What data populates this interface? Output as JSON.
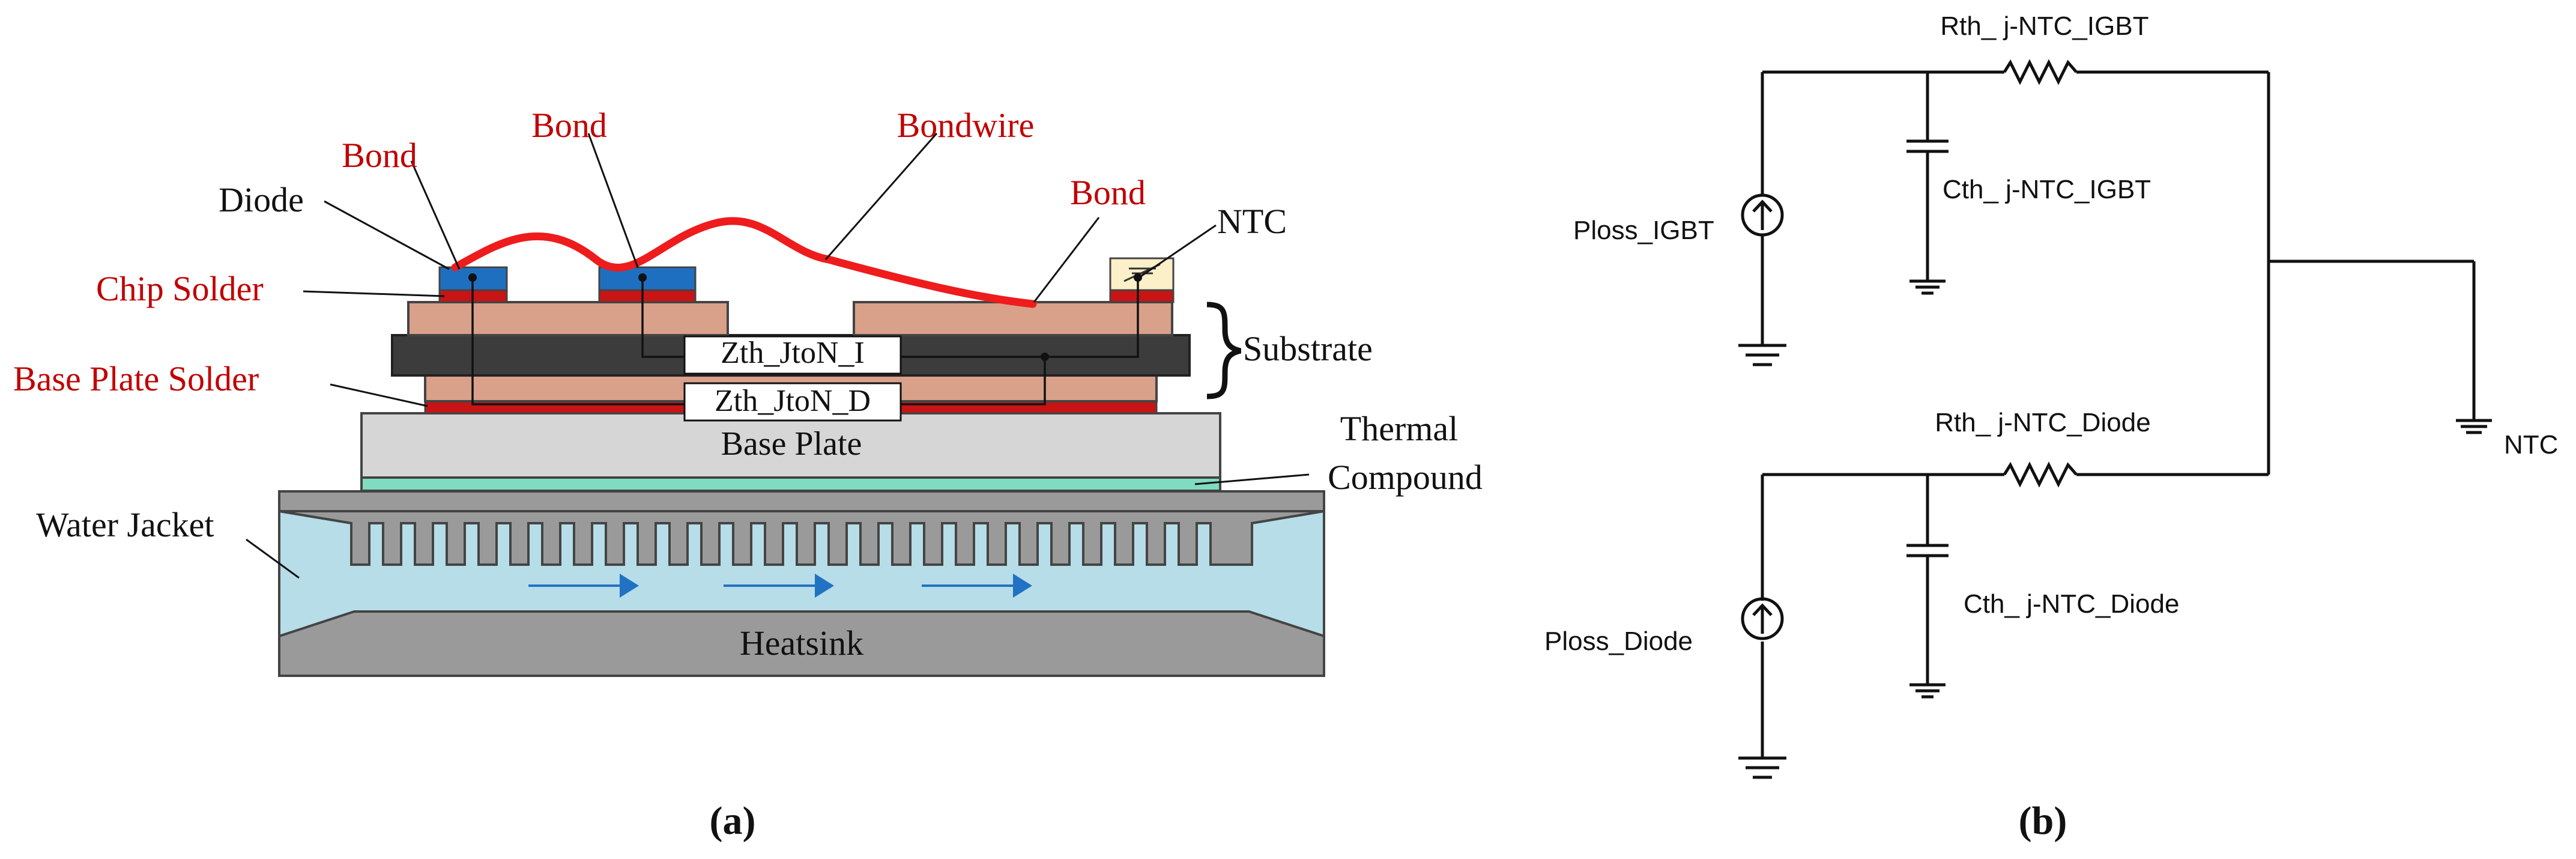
{
  "panel_a": {
    "caption": "(a)",
    "labels": {
      "bond_left": "Bond",
      "bond_mid": "Bond",
      "bondwire": "Bondwire",
      "bond_right": "Bond",
      "diode": "Diode",
      "ntc": "NTC",
      "chip_solder": "Chip Solder",
      "base_plate_solder": "Base Plate Solder",
      "substrate": "Substrate",
      "zth_i": "Zth_JtoN_I",
      "zth_d": "Zth_JtoN_D",
      "base_plate": "Base Plate",
      "thermal_1": "Thermal",
      "thermal_2": "Compound",
      "water_jacket": "Water Jacket",
      "heatsink": "Heatsink"
    },
    "colors": {
      "annotation_red": "#c00000",
      "chip_blue": "#1f6fc1",
      "solder_red": "#c81414",
      "copper": "#d9a08a",
      "ceramic": "#3c3c3c",
      "base_plate": "#d6d6d6",
      "thermal_compound": "#7fdcc0",
      "heatsink": "#9a9a9a",
      "water": "#b6dde8",
      "flow_arrow": "#2272c3",
      "ntc_chip": "#fbf0c8"
    }
  },
  "panel_b": {
    "caption": "(b)",
    "labels": {
      "rth_igbt": "Rth_ j-NTC_IGBT",
      "cth_igbt": "Cth_ j-NTC_IGBT",
      "ploss_igbt": "Ploss_IGBT",
      "rth_diode": "Rth_ j-NTC_Diode",
      "cth_diode": "Cth_ j-NTC_Diode",
      "ploss_diode": "Ploss_Diode",
      "ntc": "NTC"
    }
  }
}
